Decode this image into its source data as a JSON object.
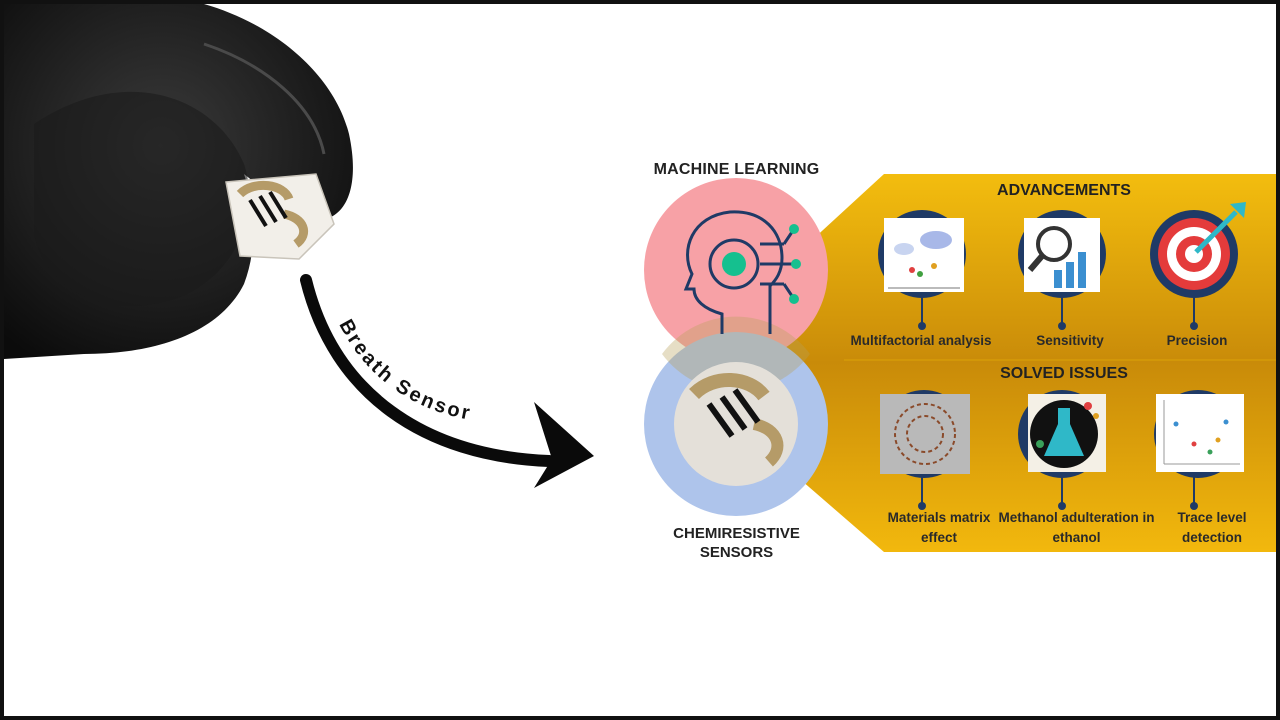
{
  "arrow_label": "Breath Sensor",
  "machine_learning": "MACHINE LEARNING",
  "chemiresistive": "CHEMIRESISTIVE SENSORS",
  "advancements": {
    "title": "ADVANCEMENTS",
    "items": [
      "Multifactorial analysis",
      "Sensitivity",
      "Precision"
    ]
  },
  "solved_issues": {
    "title": "SOLVED ISSUES",
    "items": [
      "Materials matrix effect",
      "Methanol adulteration in ethanol",
      "Trace level detection"
    ]
  },
  "colors": {
    "panel_gold": "#e9ae09",
    "ml_pink": "#f79ca3",
    "sensor_blue": "#a9c1ea",
    "ring_navy": "#1f3a66"
  }
}
